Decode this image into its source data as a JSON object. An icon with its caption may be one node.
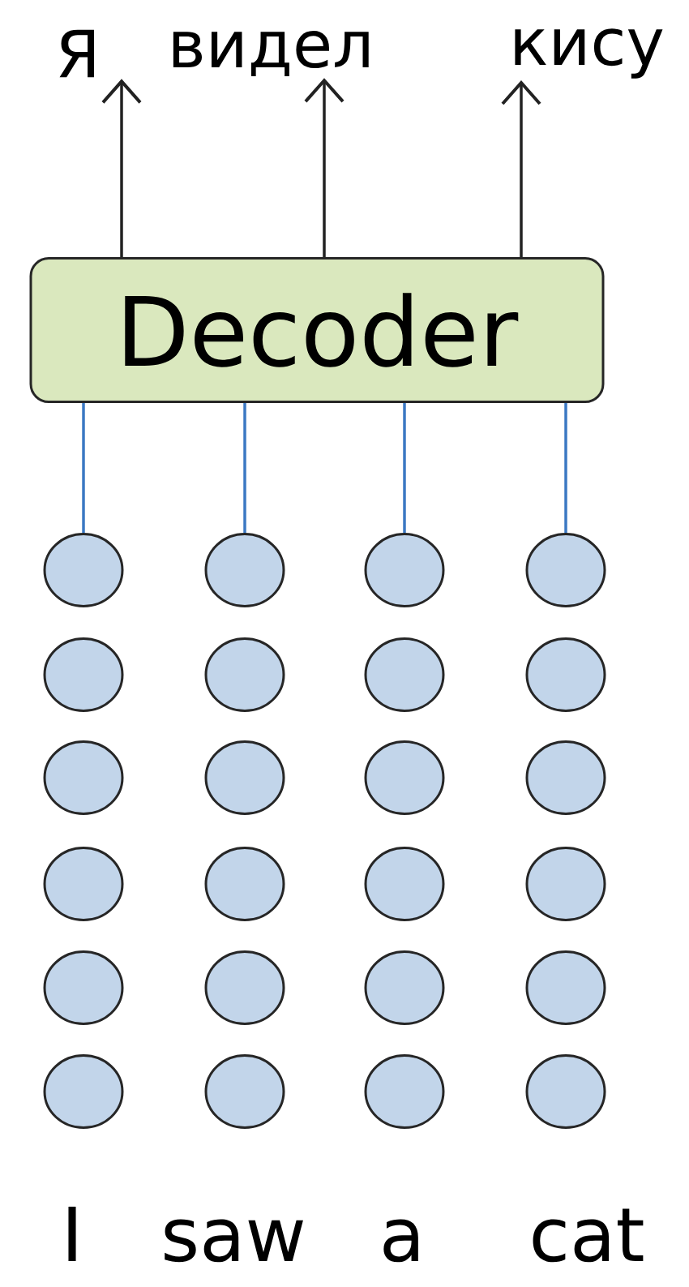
{
  "diagram": {
    "nodes": [
      {
        "text": [
          "Decoder"
        ]
      },
      {
        "text": [
          "Я"
        ]
      },
      {
        "text": [
          "видел"
        ]
      },
      {
        "text": [
          "кису"
        ]
      },
      {
        "text": [],
        "shape": "circle"
      },
      {
        "text": [],
        "shape": "circle"
      },
      {
        "text": [],
        "shape": "circle"
      },
      {
        "text": [],
        "shape": "circle"
      },
      {
        "text": [],
        "shape": "circle"
      },
      {
        "text": [],
        "shape": "circle"
      },
      {
        "text": [],
        "shape": "circle"
      },
      {
        "text": [],
        "shape": "circle"
      },
      {
        "text": [],
        "shape": "circle"
      },
      {
        "text": [],
        "shape": "circle"
      },
      {
        "text": [],
        "shape": "circle"
      },
      {
        "text": [],
        "shape": "circle"
      },
      {
        "text": [],
        "shape": "circle"
      },
      {
        "text": [],
        "shape": "circle"
      },
      {
        "text": [],
        "shape": "circle"
      },
      {
        "text": [],
        "shape": "circle"
      },
      {
        "text": [],
        "shape": "circle"
      },
      {
        "text": [],
        "shape": "circle"
      },
      {
        "text": [],
        "shape": "circle"
      },
      {
        "text": [],
        "shape": "circle"
      },
      {
        "text": [],
        "shape": "circle"
      },
      {
        "text": [],
        "shape": "circle"
      },
      {
        "text": [],
        "shape": "circle"
      },
      {
        "text": [],
        "shape": "circle"
      }
    ],
    "edges": [
      {
        "from": 4,
        "to": 0,
        "arrow": "none",
        "color": "#3b78c3"
      },
      {
        "from": 5,
        "to": 0,
        "arrow": "none",
        "color": "#3b78c3"
      },
      {
        "from": 6,
        "to": 0,
        "arrow": "none",
        "color": "#3b78c3"
      },
      {
        "from": 7,
        "to": 0,
        "arrow": "none",
        "color": "#3b78c3"
      },
      {
        "from": 0,
        "to": 1,
        "arrow": "to",
        "color": "#222222"
      },
      {
        "from": 0,
        "to": 2,
        "arrow": "to",
        "color": "#222222"
      },
      {
        "from": 0,
        "to": 3,
        "arrow": "to",
        "color": "#222222"
      }
    ],
    "labels": [
      "I",
      "saw",
      "a",
      "cat"
    ]
  }
}
